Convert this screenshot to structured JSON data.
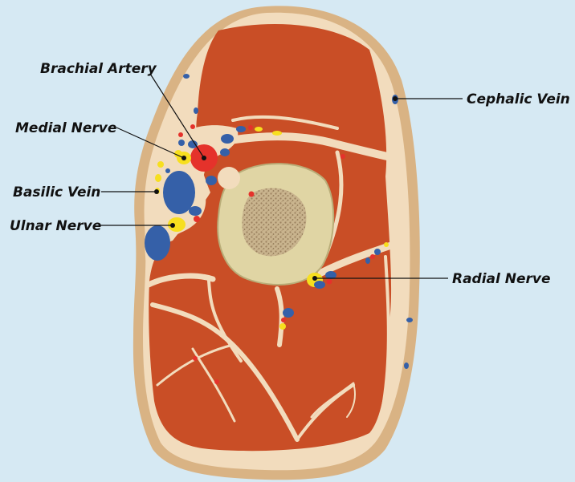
{
  "labels": {
    "brachial_artery": "Brachial Artery",
    "medial_nerve": "Medial Nerve",
    "basilic_vein": "Basilic Vein",
    "ulnar_nerve": "Ulnar Nerve",
    "cephalic_vein": "Cephalic Vein",
    "radial_nerve": "Radial Nerve"
  },
  "colors": {
    "background": "#d6e9f3",
    "skin": "#d9b384",
    "fat": "#f2dcbd",
    "muscle": "#c94e26",
    "bone": "#e0d5a4",
    "marrow": "#a88f6b",
    "artery": "#e5322b",
    "vein": "#3560a8",
    "nerve": "#f7df1e"
  }
}
